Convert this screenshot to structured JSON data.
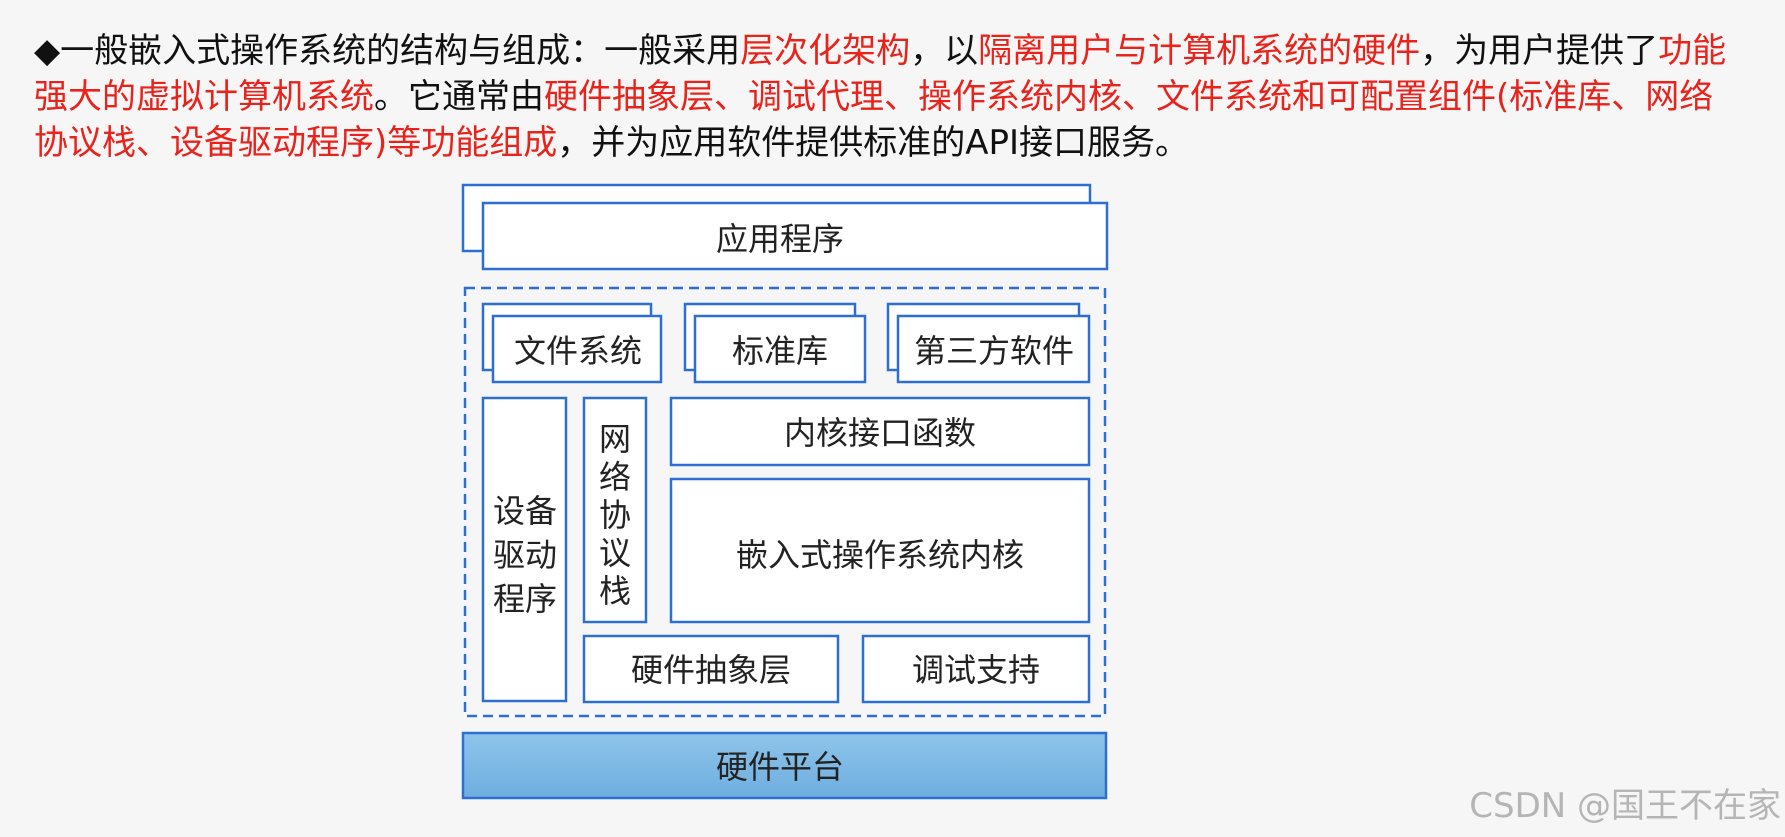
{
  "intro": {
    "segments": [
      {
        "text": "◆一般嵌入式操作系统的结构与组成：一般采用",
        "style": "normal"
      },
      {
        "text": "层次化架构",
        "style": "red"
      },
      {
        "text": "，以",
        "style": "normal"
      },
      {
        "text": "隔离用户与计算机系统的硬件",
        "style": "red"
      },
      {
        "text": "，为用户提供了",
        "style": "normal"
      },
      {
        "text": "功能强大的虚拟计算机系统",
        "style": "red"
      },
      {
        "text": "。它通常由",
        "style": "normal"
      },
      {
        "text": "硬件抽象层、调试代理、操作系统内核、文件系统和可配置组件(标准库、网络协议栈、设备驱动程序)等功能组成",
        "style": "red"
      },
      {
        "text": "，并为应用软件提供标准的API接口服务。",
        "style": "normal"
      }
    ]
  },
  "diagram": {
    "app": "应用程序",
    "file_system": "文件系统",
    "std_lib": "标准库",
    "third_party": "第三方软件",
    "kernel_api": "内核接口函数",
    "kernel": "嵌入式操作系统内核",
    "device_driver": [
      "设备",
      "驱动",
      "程序"
    ],
    "net_stack": [
      "网",
      "络",
      "协",
      "议",
      "栈"
    ],
    "hal": "硬件抽象层",
    "debug": "调试支持",
    "hardware": "硬件平台"
  },
  "colors": {
    "box_stroke": "#2d6fd0",
    "hardware_fill": "#8ec4ea",
    "accent_red": "#e8231b"
  },
  "watermark": "CSDN @国王不在家"
}
